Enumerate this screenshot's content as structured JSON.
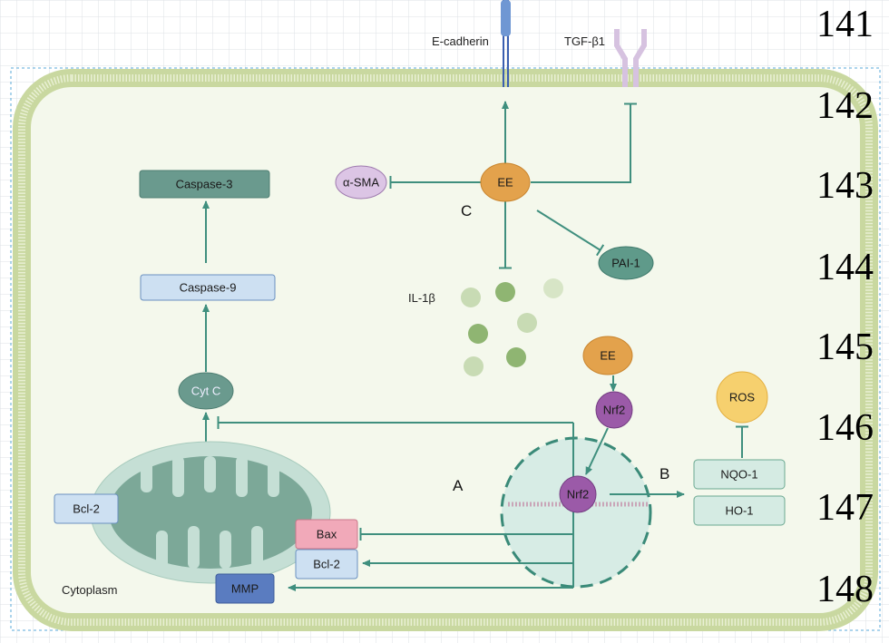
{
  "line_numbers": [
    "141",
    "142",
    "143",
    "144",
    "145",
    "146",
    "147",
    "148"
  ],
  "membrane": {
    "e_cadherin": "E-cadherin",
    "tgf_beta1": "TGF-β1"
  },
  "nodes": {
    "ee_top": "EE",
    "alpha_sma": "α-SMA",
    "pai1": "PAI-1",
    "il1b": "IL-1β",
    "caspase3": "Caspase-3",
    "caspase9": "Caspase-9",
    "cytc": "Cyt C",
    "bcl2_left": "Bcl-2",
    "bax": "Bax",
    "bcl2_right": "Bcl-2",
    "mmp": "MMP",
    "cytoplasm": "Cytoplasm",
    "ee_bottom": "EE",
    "nrf2_cyto": "Nrf2",
    "nrf2_nucleus": "Nrf2",
    "ros": "ROS",
    "nqo1": "NQO-1",
    "ho1": "HO-1"
  },
  "pathway_labels": {
    "a": "A",
    "b": "B",
    "c": "C"
  },
  "colors": {
    "membrane": "#c9d8a0",
    "cell_fill": "#f4f8ec",
    "arrow": "#3f8f7e",
    "ee": "#e3a24c",
    "nrf2": "#9b5aa8",
    "ros": "#f6d06e",
    "mmp": "#5a7cc0",
    "bax": "#f1a9b9"
  }
}
